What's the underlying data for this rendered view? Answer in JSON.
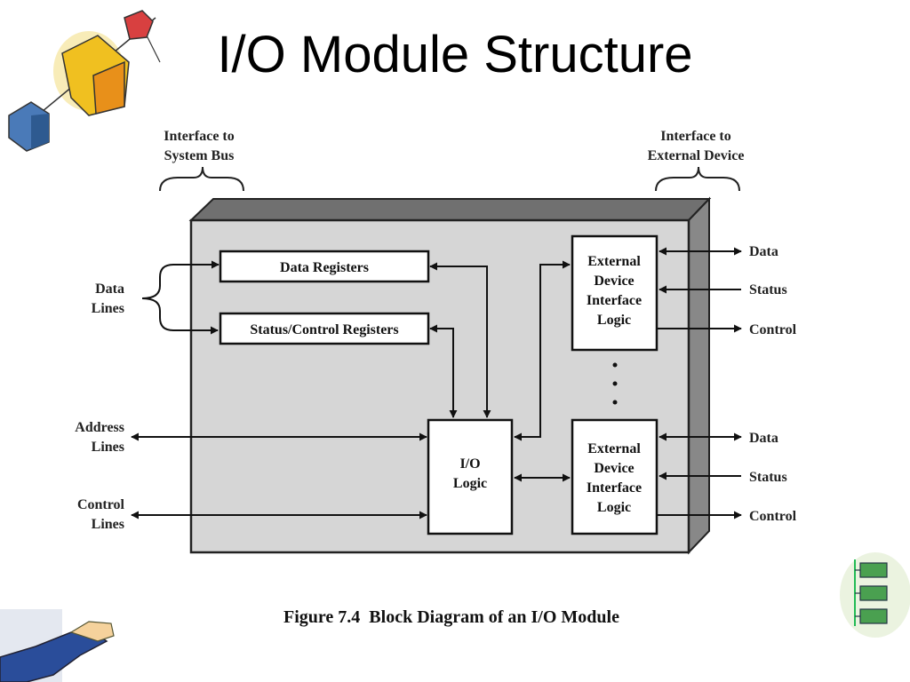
{
  "slide": {
    "title": "I/O Module Structure"
  },
  "diagram": {
    "interface_system_bus": [
      "Interface to",
      "System Bus"
    ],
    "interface_external_device": [
      "Interface to",
      "External Device"
    ],
    "data_lines": [
      "Data",
      "Lines"
    ],
    "address_lines": [
      "Address",
      "Lines"
    ],
    "control_lines": [
      "Control",
      "Lines"
    ],
    "data_registers": "Data Registers",
    "status_control_registers": "Status/Control Registers",
    "io_logic": [
      "I/O",
      "Logic"
    ],
    "ext_device_logic": [
      "External",
      "Device",
      "Interface",
      "Logic"
    ],
    "right_signals_top": [
      "Data",
      "Status",
      "Control"
    ],
    "right_signals_bottom": [
      "Data",
      "Status",
      "Control"
    ],
    "caption": "Figure 7.4  Block Diagram of an I/O Module"
  },
  "decorations": {
    "top_left": "cubes-clipart",
    "bottom_left": "hand-clipart",
    "bottom_right": "flowchart-clipart"
  }
}
